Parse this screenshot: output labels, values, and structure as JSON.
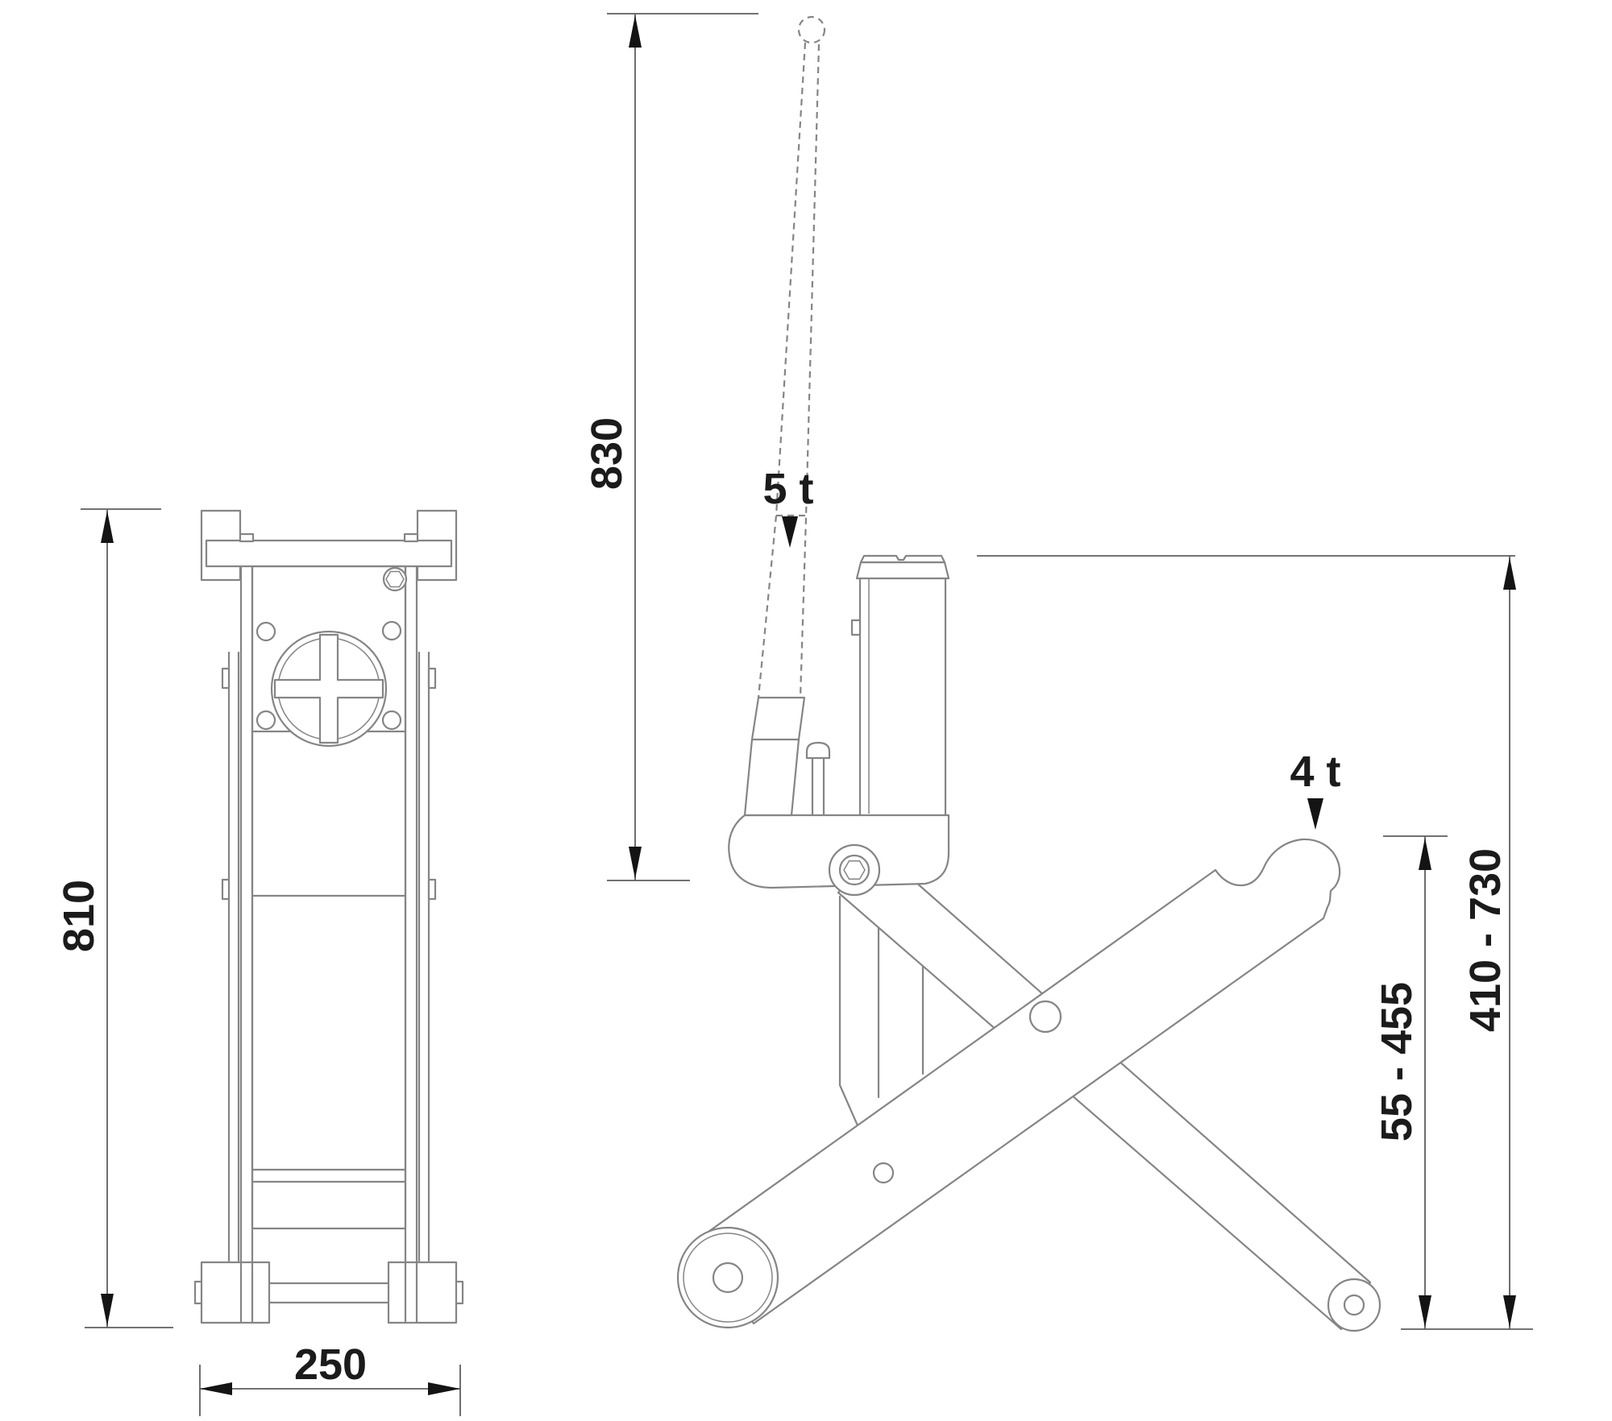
{
  "colors": {
    "background": "#ffffff",
    "outline": "#858585",
    "dimension_line": "#5f5f5f",
    "label_text": "#1b1b1b",
    "arrowhead": "#141414"
  },
  "front_view": {
    "height_label": "810",
    "width_label": "250"
  },
  "side_view": {
    "handle_height_label": "830",
    "cylinder_load_label": "5 t",
    "saddle_load_label": "4 t",
    "saddle_height_range_label": "55 - 455",
    "lift_height_range_label": "410 - 730"
  }
}
